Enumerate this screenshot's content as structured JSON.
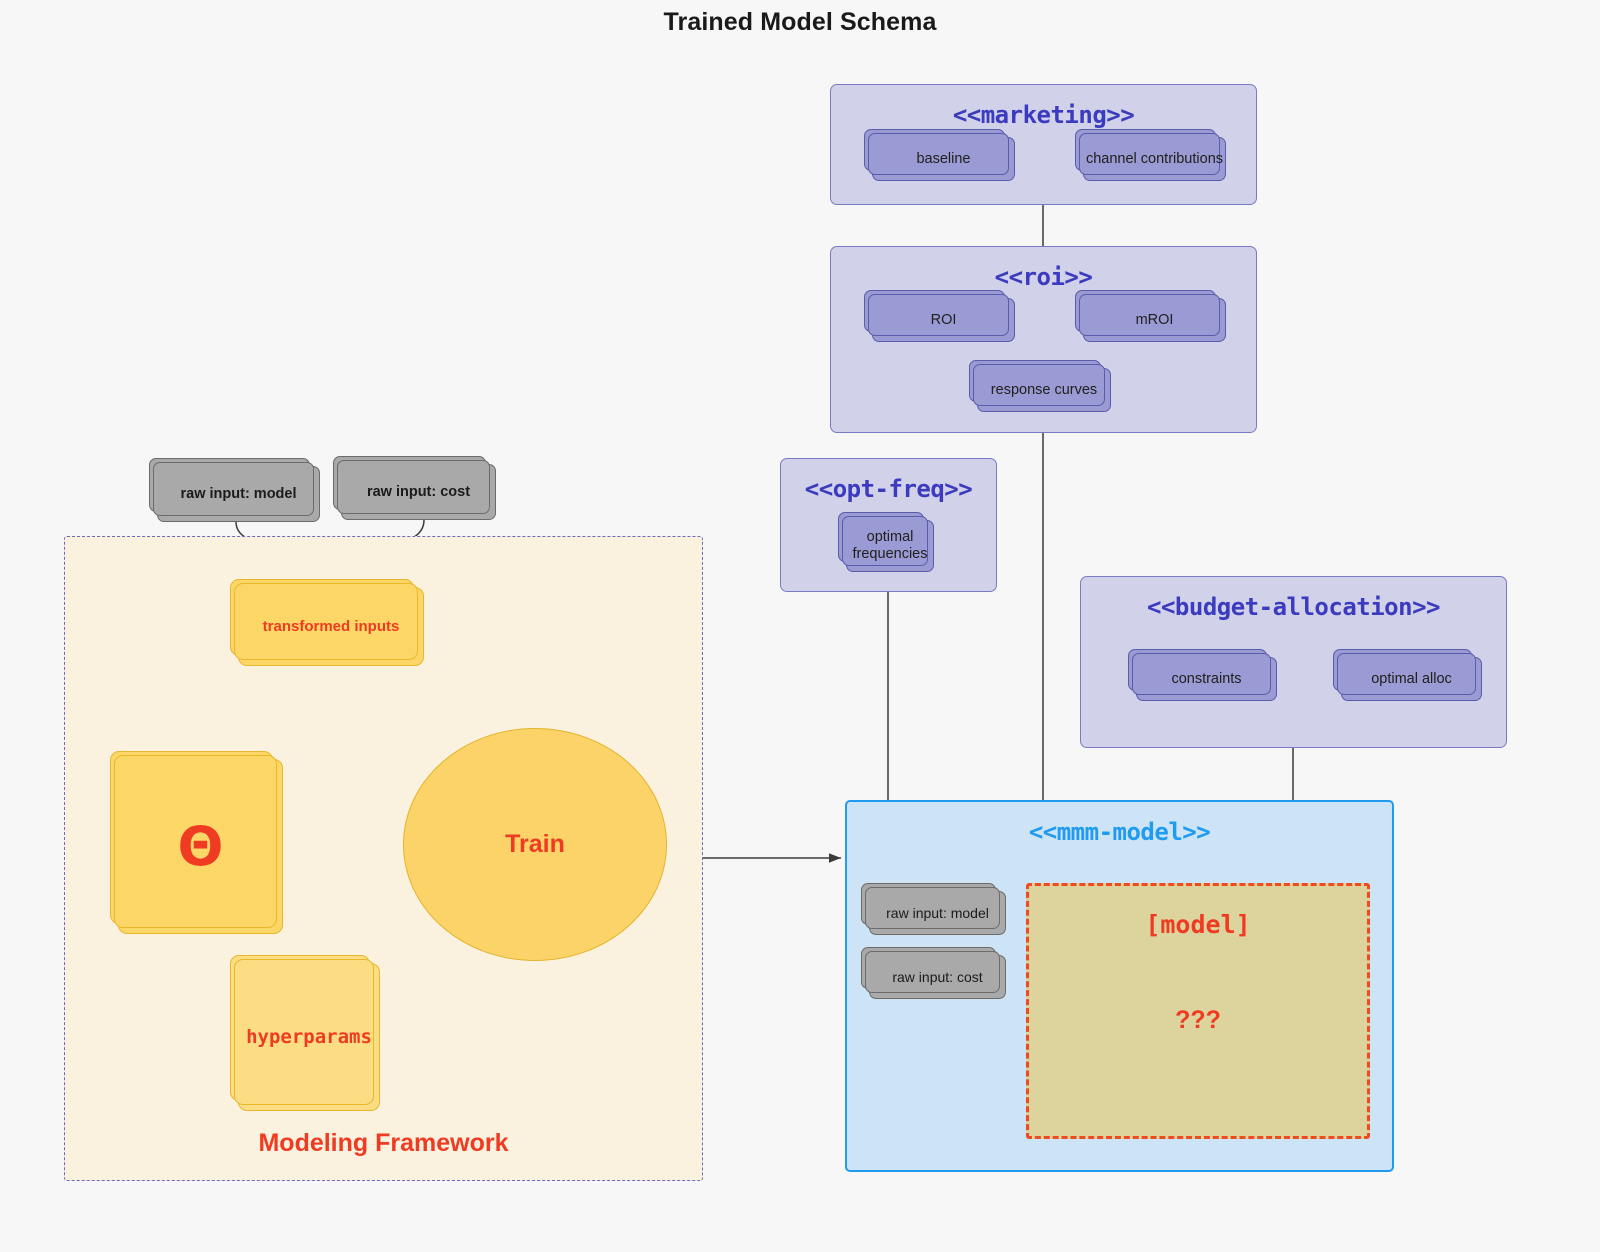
{
  "title": "Trained Model Schema",
  "colors": {
    "background": "#f7f7f7",
    "group_fill": "#d1d1e9",
    "group_stroke": "#7a7ac4",
    "group_title": "#3b3bbf",
    "purple_node_fill": "#9a9ad4",
    "purple_node_stroke": "#5b5bab",
    "gray_node_fill": "#a9a9a9",
    "gray_node_stroke": "#6b6b6b",
    "yellow_node_fill": "#fcd768",
    "yellow_node_stroke": "#e8b82a",
    "framework_fill": "#faf1df",
    "framework_stroke": "#6a6ac0",
    "accent_red": "#ee3b21",
    "mmm_group_fill": "#cde4f7",
    "mmm_group_stroke": "#1f9bf0",
    "model_box_fill": "#ddd49d",
    "model_box_stroke": "#f04a20"
  },
  "raw_inputs_top": [
    {
      "label": "raw input: model"
    },
    {
      "label": "raw input: cost"
    }
  ],
  "framework": {
    "label": "Modeling Framework",
    "transformed_inputs": "transformed inputs",
    "theta": "Θ",
    "hyperparams": "hyperparams",
    "train": "Train"
  },
  "groups": [
    {
      "id": "marketing",
      "title": "<<marketing>>",
      "nodes": [
        {
          "label": "baseline"
        },
        {
          "label": "channel contributions"
        }
      ]
    },
    {
      "id": "roi",
      "title": "<<roi>>",
      "nodes": [
        {
          "label": "ROI"
        },
        {
          "label": "mROI"
        },
        {
          "label": "response curves"
        }
      ]
    },
    {
      "id": "opt-freq",
      "title": "<<opt-freq>>",
      "nodes": [
        {
          "label": "optimal\nfrequencies",
          "line1": "optimal",
          "line2": "frequencies"
        }
      ]
    },
    {
      "id": "budget-allocation",
      "title": "<<budget-allocation>>",
      "nodes": [
        {
          "label": "constraints"
        },
        {
          "label": "optimal alloc"
        }
      ]
    },
    {
      "id": "mmm-model",
      "title": "<<mmm-model>>",
      "nodes": [
        {
          "label": "raw input: model"
        },
        {
          "label": "raw input: cost"
        }
      ],
      "model_box": {
        "title": "[model]",
        "body": "???"
      }
    }
  ]
}
